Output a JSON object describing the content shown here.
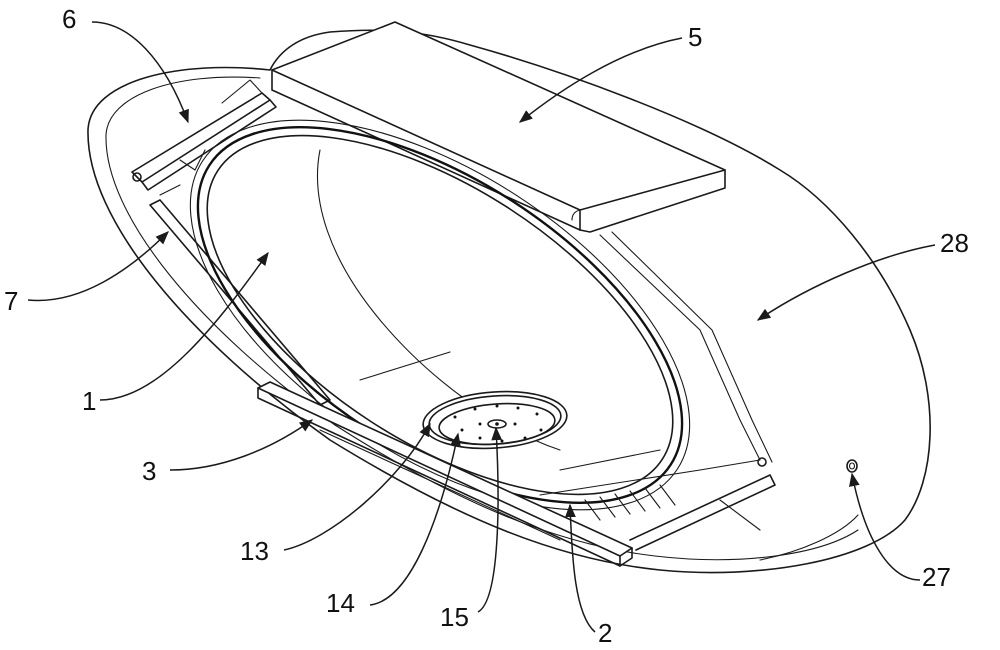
{
  "labels": {
    "l1": "1",
    "l2": "2",
    "l3": "3",
    "l5": "5",
    "l6": "6",
    "l7": "7",
    "l13": "13",
    "l14": "14",
    "l15": "15",
    "l27": "27",
    "l28": "28"
  }
}
